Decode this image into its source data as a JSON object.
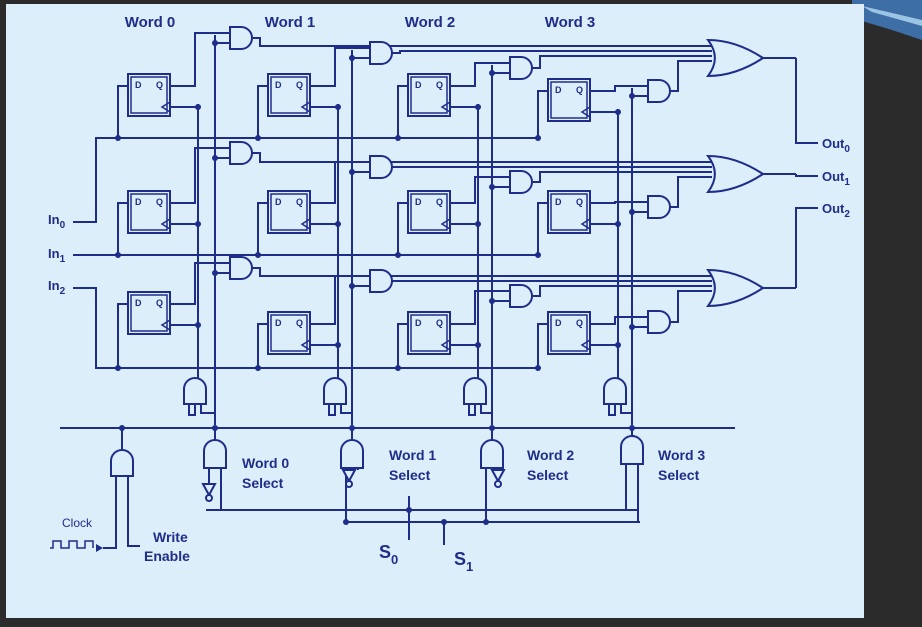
{
  "word_labels": [
    "Word 0",
    "Word 1",
    "Word 2",
    "Word 3"
  ],
  "flipflop_labels": {
    "d": "D",
    "q": "Q"
  },
  "inputs": {
    "in0": {
      "base": "In",
      "sub": "0"
    },
    "in1": {
      "base": "In",
      "sub": "1"
    },
    "in2": {
      "base": "In",
      "sub": "2"
    }
  },
  "outputs": {
    "out0": {
      "base": "Out",
      "sub": "0"
    },
    "out1": {
      "base": "Out",
      "sub": "1"
    },
    "out2": {
      "base": "Out",
      "sub": "2"
    }
  },
  "select_labels": [
    [
      "Word 0",
      "Select"
    ],
    [
      "Word 1",
      "Select"
    ],
    [
      "Word 2",
      "Select"
    ],
    [
      "Word 3",
      "Select"
    ]
  ],
  "clock": "Clock",
  "write_enable": [
    "Write",
    "Enable"
  ],
  "selects": {
    "s0": {
      "base": "S",
      "sub": "0"
    },
    "s1": {
      "base": "S",
      "sub": "1"
    }
  },
  "colors": {
    "wire": "#1f2d8a",
    "background": "#dbeef9",
    "frame": "#2b2b2b"
  }
}
